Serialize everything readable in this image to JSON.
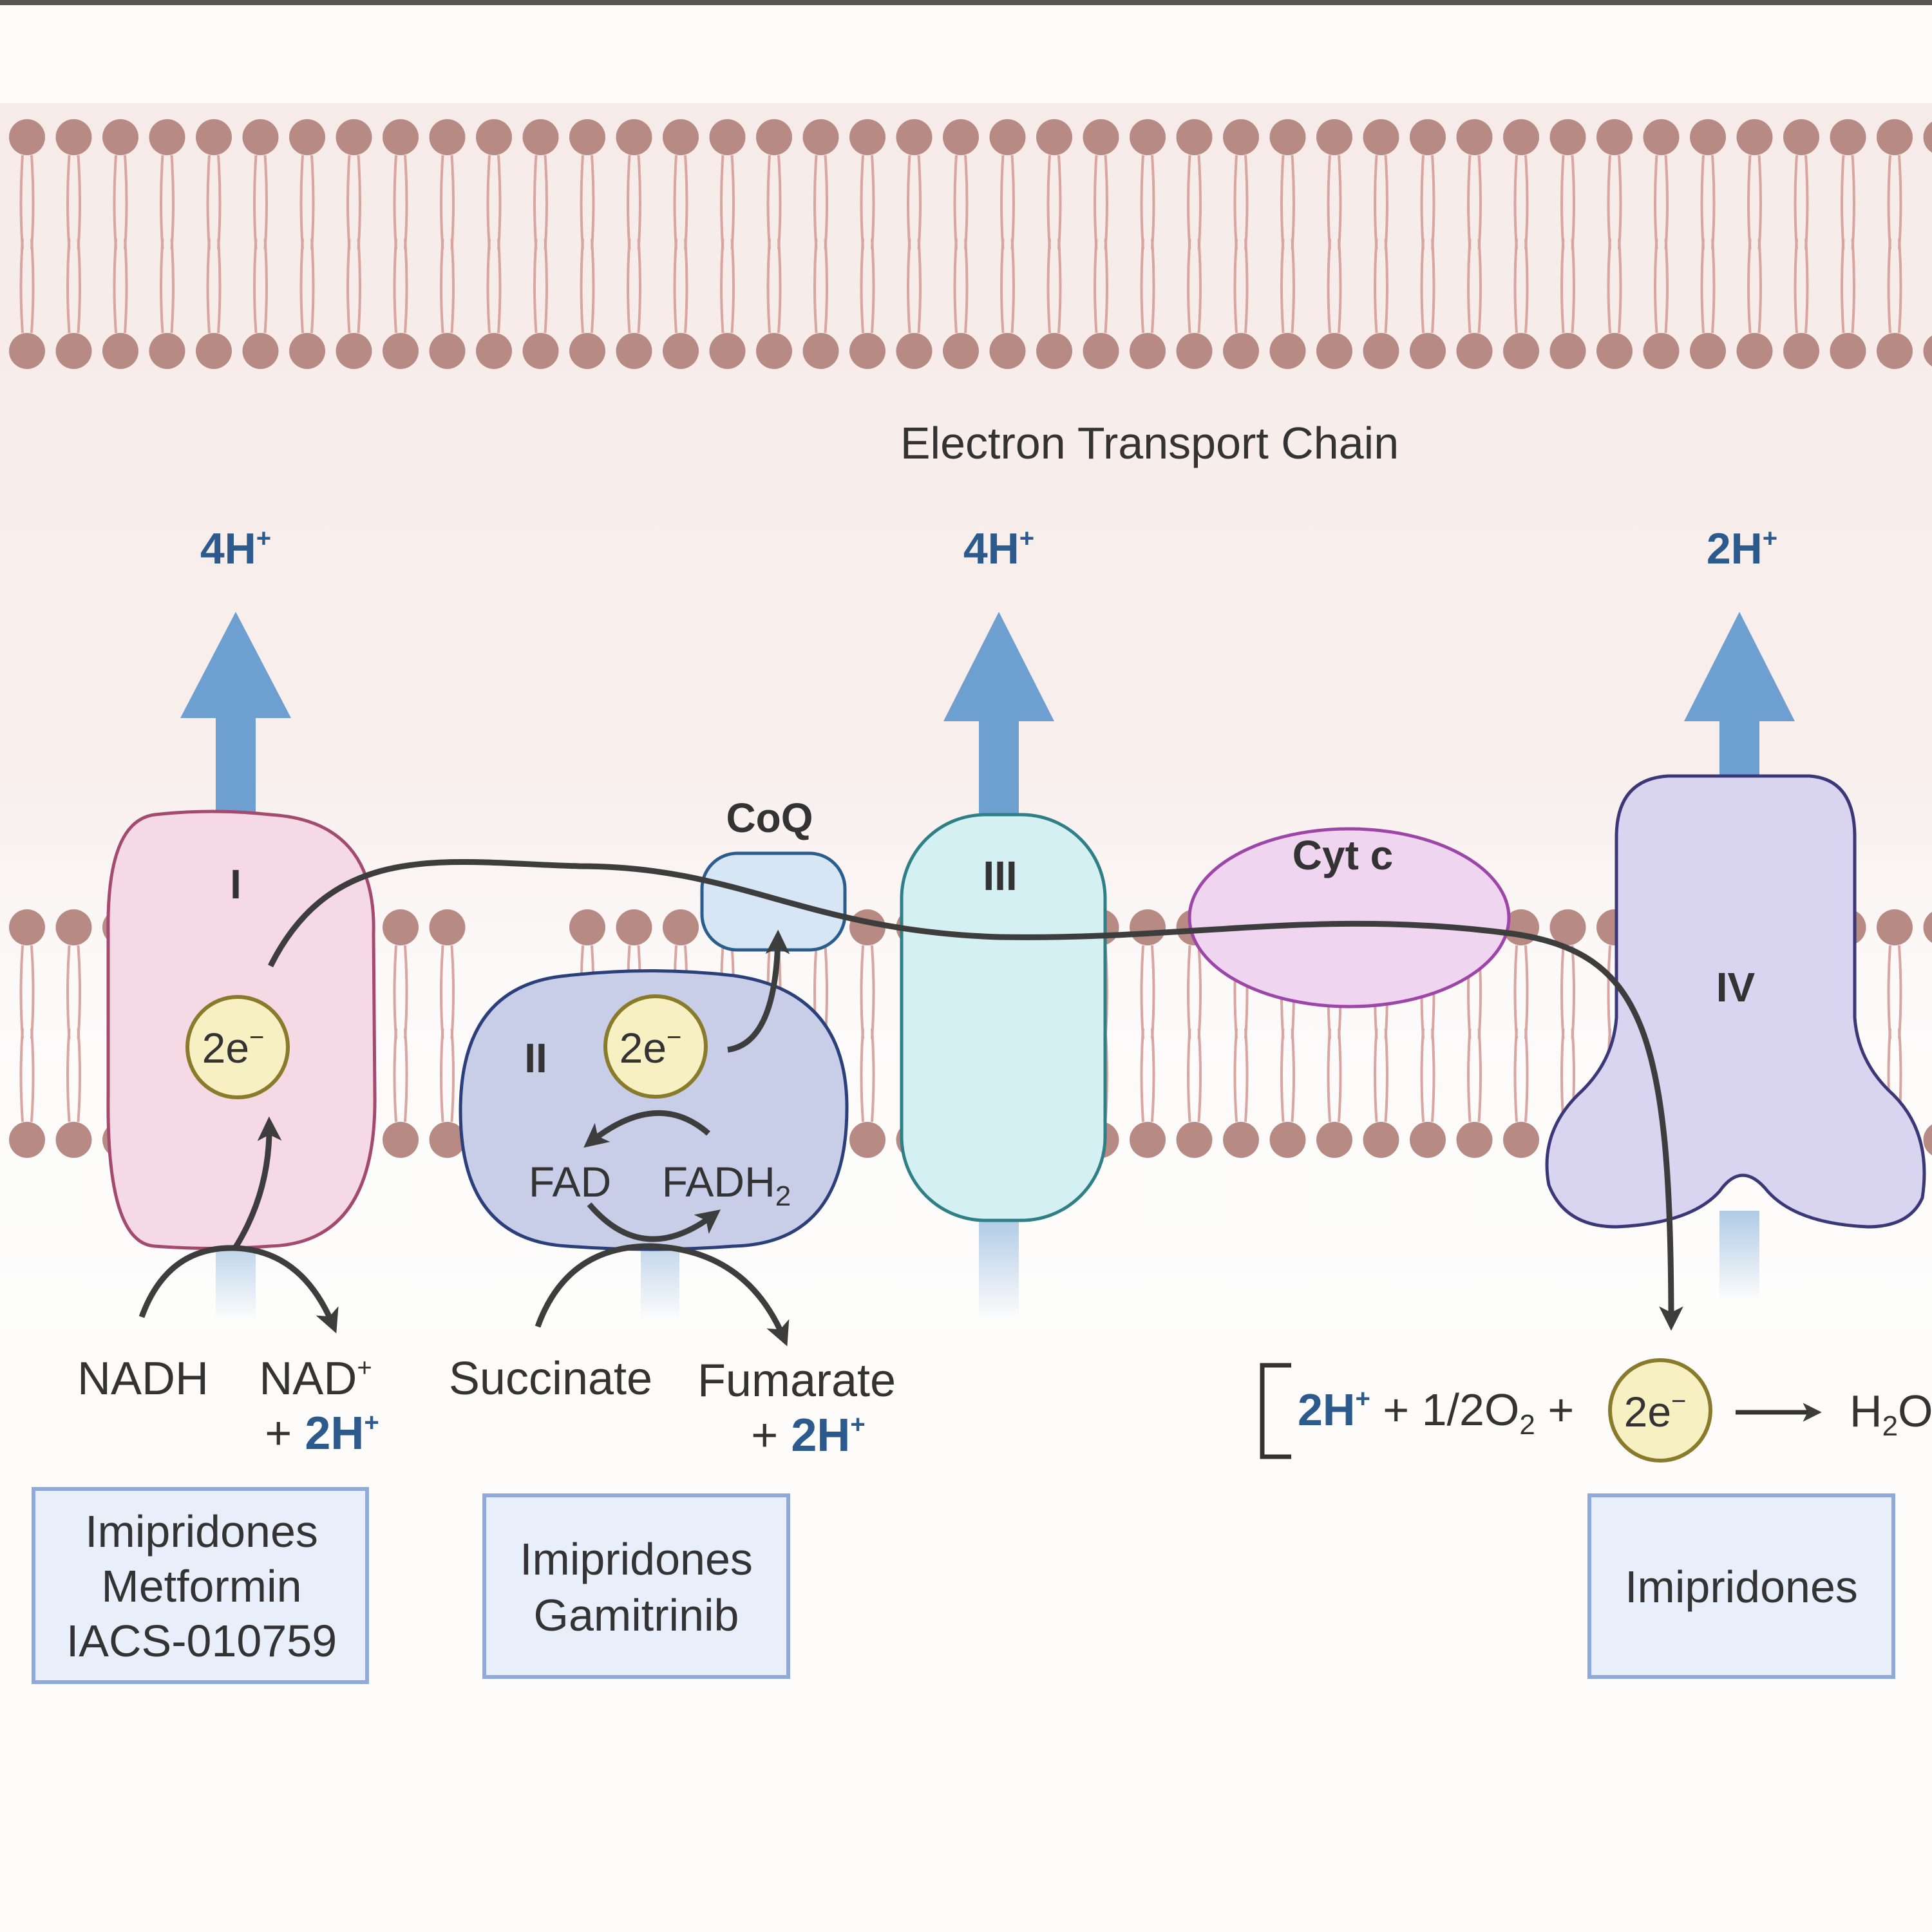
{
  "title": "Electron Transport Chain",
  "colors": {
    "lipid_head": "#b88a84",
    "lipid_tail": "#d9a5a0",
    "proton_arrow": "#6d9fd1",
    "proton_text": "#2c5a8c",
    "electron_path": "#3d3d3d",
    "electron_fill": "#f7f0c2",
    "electron_stroke": "#8a7a2c",
    "drug_box_fill": "#e8effa",
    "drug_box_stroke": "#8fa9dc"
  },
  "complexes": {
    "I": {
      "label": "I",
      "fill": "#f5d9e4",
      "stroke": "#a34a6e"
    },
    "II": {
      "label": "II",
      "fill": "#c9cee8",
      "stroke": "#2b3f7a"
    },
    "CoQ": {
      "label": "CoQ",
      "fill": "#d6e6f5",
      "stroke": "#2b5d8c"
    },
    "III": {
      "label": "III",
      "fill": "#d5f0f2",
      "stroke": "#2f7f86"
    },
    "CytC": {
      "label": "Cyt c",
      "fill": "#f0d5f0",
      "stroke": "#9c46a8"
    },
    "IV": {
      "label": "IV",
      "fill": "#d9d4ef",
      "stroke": "#3b3878"
    }
  },
  "protons": {
    "complex_I": "4H",
    "complex_III": "4H",
    "complex_IV": "2H",
    "superscript": "+"
  },
  "electron_label": {
    "main": "2e",
    "sup": "−"
  },
  "substrates": {
    "nadh": "NADH",
    "nad": "NAD",
    "nad_sup": "+",
    "nad_protons_prefix": "+ ",
    "nad_protons": "2H",
    "succinate": "Succinate",
    "fumarate": "Fumarate",
    "fumarate_protons_prefix": "+ ",
    "fumarate_protons": "2H",
    "fad": "FAD",
    "fadh2": "FADH",
    "fadh2_sub": "2"
  },
  "reaction": {
    "protons": "2H",
    "protons_sup": "+",
    "middle": " + 1/2O",
    "middle_sub": "2",
    "plus": " +",
    "product": "H",
    "product_sub": "2",
    "product_tail": "O"
  },
  "inhibitors": {
    "complex_I": [
      "Imipridones",
      "Metformin",
      "IACS-010759"
    ],
    "complex_II": [
      "Imipridones",
      "Gamitrinib"
    ],
    "complex_IV": [
      "Imipridones"
    ]
  }
}
